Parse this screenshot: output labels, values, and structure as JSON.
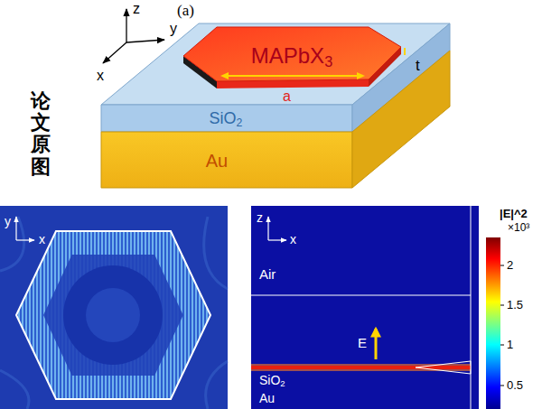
{
  "diagram": {
    "nodes": [
      {
        "text": [
          "SiO2"
        ]
      },
      {
        "text": [
          "MAPbX3"
        ],
        "in": 0
      },
      {
        "text": [
          "Au"
        ]
      }
    ],
    "labels": [
      "(a)",
      "z",
      "y",
      "x",
      "t",
      "a",
      "论文原图",
      "y",
      "x",
      "z",
      "x",
      "Air",
      "E",
      "SiO2",
      "Au",
      "|E|^2",
      "×10³",
      "2",
      "1.5",
      "1",
      "0.5"
    ]
  }
}
